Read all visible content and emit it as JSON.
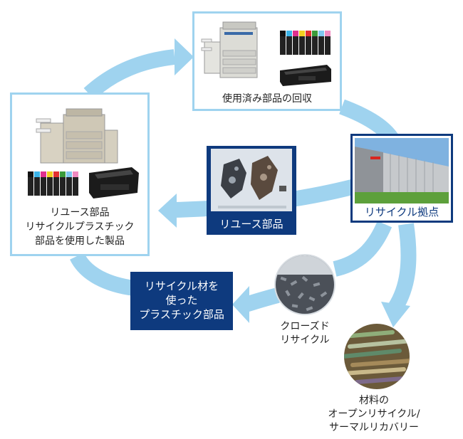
{
  "nodes": {
    "collection": {
      "label": "使用済み部品の回収"
    },
    "products": {
      "lines": [
        "リユース部品",
        "リサイクルプラスチック",
        "部品を使用した製品"
      ]
    },
    "reuse_parts": {
      "label": "リユース部品"
    },
    "recycle_base": {
      "label": "リサイクル拠点"
    },
    "recycled_material": {
      "lines": [
        "リサイクル材を",
        "使った",
        "プラスチック部品"
      ]
    },
    "closed_recycle": {
      "lines": [
        "クローズド",
        "リサイクル"
      ]
    },
    "open_recycle": {
      "lines": [
        "材料の",
        "オープンリサイクル/",
        "サーマルリカバリー"
      ]
    }
  },
  "colors": {
    "arrow": "#9fd3ef",
    "navy": "#0e3a7e",
    "card_border": "#9fd3ef"
  },
  "icons": [
    "copier-machine-icon",
    "ink-cartridges-icon",
    "toner-cartridge-icon",
    "metal-parts-icon",
    "factory-icon",
    "plastic-pellets-icon",
    "mixed-materials-icon"
  ]
}
